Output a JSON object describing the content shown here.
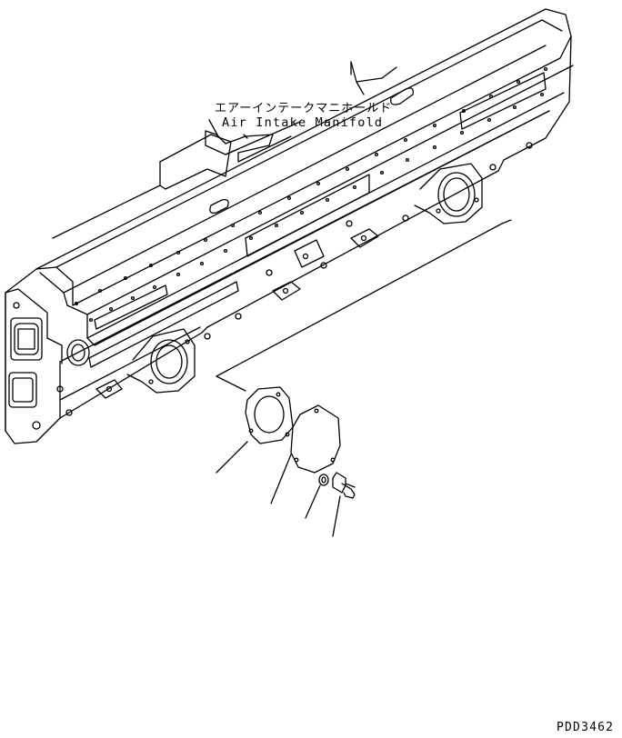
{
  "callout": {
    "japanese": "エアーインテークマニホールド",
    "english": "Air Intake Manifold"
  },
  "drawing_code": "PDD3462",
  "colors": {
    "line": "#000000",
    "background": "#ffffff"
  }
}
